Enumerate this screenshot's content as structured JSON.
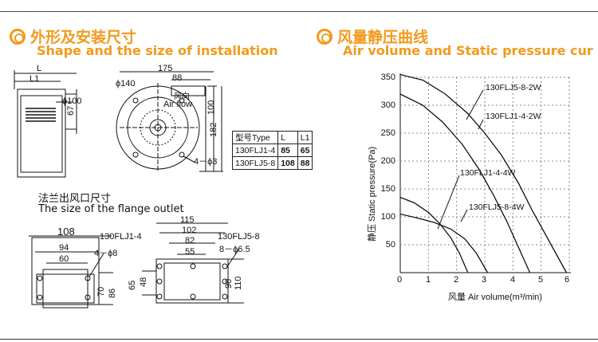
{
  "left_section": {
    "title_cn": "外形及安装尺寸",
    "title_en": "Shape and the size of installation",
    "side_view": {
      "L": "L",
      "L1": "L1",
      "dia": "ϕ100",
      "h": "67"
    },
    "front_view": {
      "width": "175",
      "w88": "88",
      "dia140": "ϕ140",
      "airflow_cn": "风向",
      "airflow_en": "Air flow",
      "h100": "100",
      "h182": "182",
      "holes": "4－ϕ3"
    },
    "table": {
      "header": [
        "型号Type",
        "L",
        "L1"
      ],
      "rows": [
        [
          "130FLJ1-4",
          "85",
          "65"
        ],
        [
          "130FLJ5-8",
          "108",
          "88"
        ]
      ]
    },
    "flange_title_cn": "法兰出风口尺寸",
    "flange_title_en": "The size of the flange outlet",
    "flange_a": {
      "model": "130FLJ1-4",
      "w108": "108",
      "w94": "94",
      "w60": "60",
      "holes": "4－ϕ8",
      "h70": "70",
      "h86": "86"
    },
    "flange_b": {
      "model": "130FLJ5-8",
      "w115": "115",
      "w102": "102",
      "w82": "82",
      "w55": "55",
      "holes": "8－ϕ6.5",
      "h65": "65",
      "h48": "48",
      "h90": "90",
      "h110": "110"
    }
  },
  "right_section": {
    "title_cn": "风量静压曲线",
    "title_en": "Air volume and Static pressure cur"
  },
  "chart_data": {
    "type": "line",
    "title": "",
    "xlabel": "风量 Air volume(m³/min)",
    "ylabel": "静压 Static pressure(Pa)",
    "xlim": [
      0,
      6
    ],
    "ylim": [
      0,
      350
    ],
    "xticks": [
      "0",
      "1",
      "2",
      "3",
      "4",
      "5",
      "6"
    ],
    "yticks": [
      "50",
      "100",
      "150",
      "200",
      "250",
      "300",
      "350"
    ],
    "grid": true,
    "series": [
      {
        "name": "130FLJ5-8-2W",
        "x": [
          0,
          0.8,
          1.6,
          2.4,
          3.0,
          3.6,
          4.2,
          4.7,
          5.3,
          5.9
        ],
        "y": [
          355,
          345,
          320,
          285,
          250,
          210,
          160,
          110,
          55,
          0
        ]
      },
      {
        "name": "130FLJ1-4-2W",
        "x": [
          0,
          0.8,
          1.5,
          2.2,
          2.8,
          3.3,
          3.8,
          4.2,
          4.6
        ],
        "y": [
          320,
          300,
          270,
          230,
          185,
          140,
          90,
          45,
          0
        ]
      },
      {
        "name": "130FLJ1-4-4W",
        "x": [
          0,
          0.5,
          1.0,
          1.4,
          1.8,
          2.1,
          2.4
        ],
        "y": [
          135,
          125,
          108,
          88,
          62,
          35,
          0
        ]
      },
      {
        "name": "130FLJ5-8-4W",
        "x": [
          0,
          0.6,
          1.2,
          1.8,
          2.3,
          2.7,
          3.1
        ],
        "y": [
          105,
          98,
          90,
          78,
          60,
          35,
          0
        ]
      }
    ]
  },
  "colors": {
    "accent": "#f29a1c",
    "line": "#111111",
    "grid": "#888888"
  }
}
